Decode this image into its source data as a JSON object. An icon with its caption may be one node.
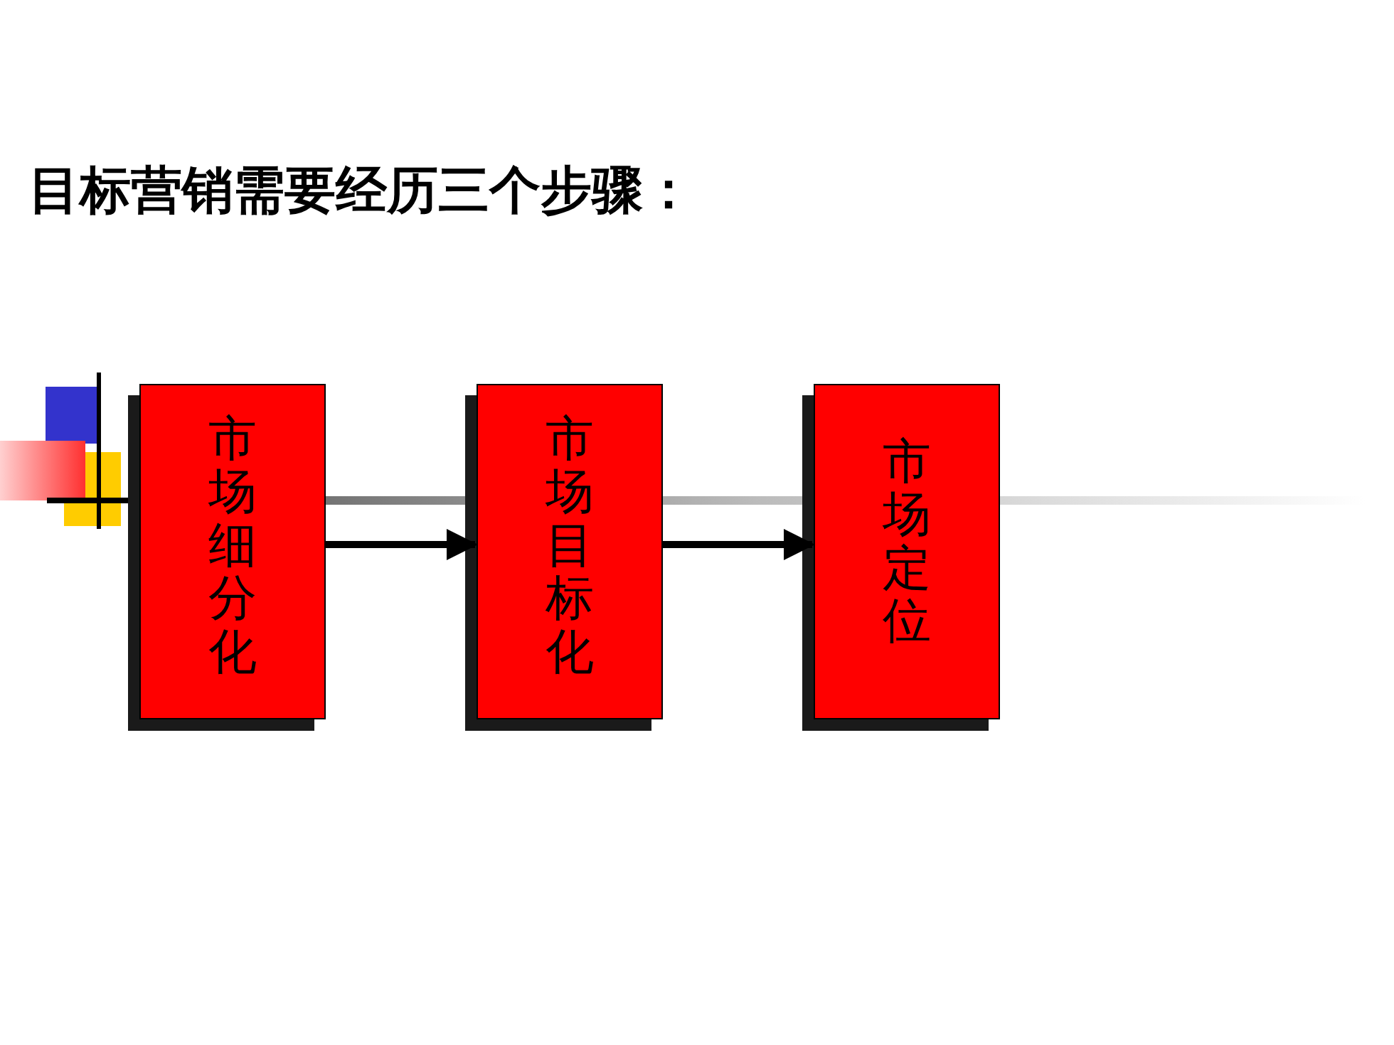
{
  "diagram": {
    "title": "目标营销需要经历三个步骤：",
    "nodes": [
      {
        "text": [
          "市场细分化"
        ]
      },
      {
        "text": [
          "市场目标化"
        ]
      },
      {
        "text": [
          "市场定位"
        ]
      }
    ],
    "edges": [
      {
        "from": 0,
        "to": 1,
        "arrow": "to"
      },
      {
        "from": 1,
        "to": 2,
        "arrow": "to"
      }
    ]
  }
}
